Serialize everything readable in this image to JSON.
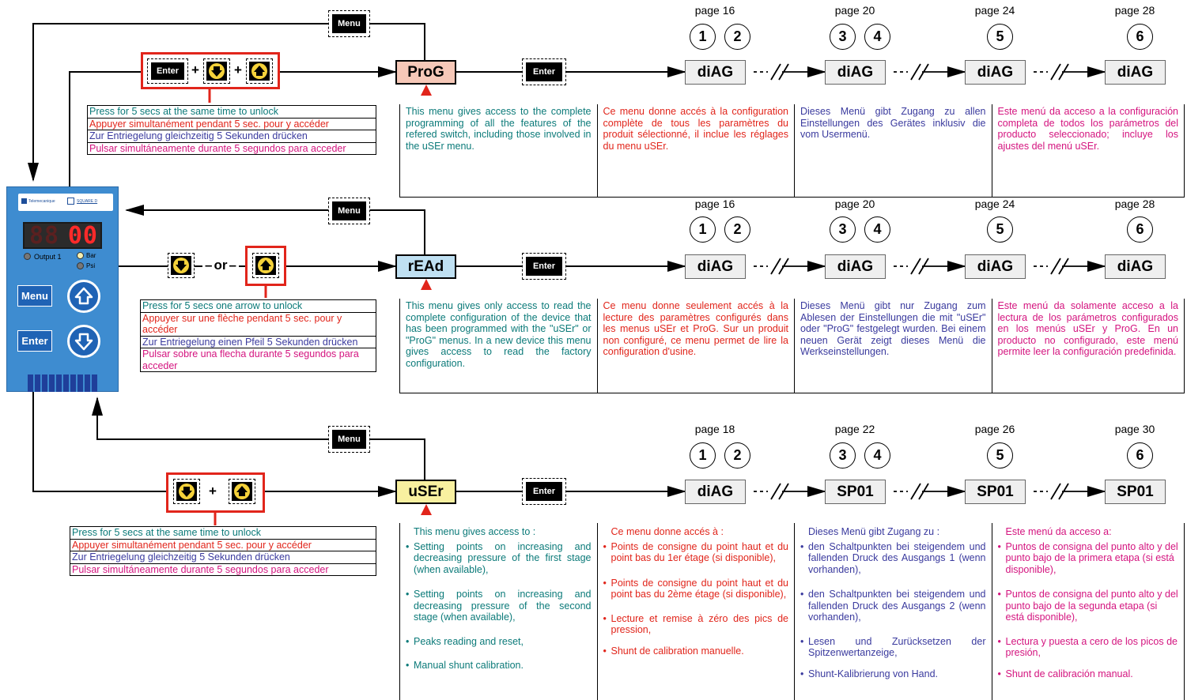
{
  "device": {
    "brand1": "Telemecanique",
    "brand2": "SQUARE D",
    "display": "00",
    "output_label": "Output 1",
    "bar_label": "Bar",
    "psi_label": "Psi",
    "menu_label": "Menu",
    "enter_label": "Enter"
  },
  "keys": {
    "menu": "Menu",
    "enter": "Enter",
    "plus": "+",
    "or": "or"
  },
  "prog": {
    "mode": "ProG",
    "unlock": [
      "Press for 5 secs at the same time to unlock",
      "Appuyer simultanément pendant 5 sec. pour y accéder",
      "Zur Entriegelung gleichzeitig 5 Sekunden drücken",
      "Pulsar simultáneamente durante 5 segundos para acceder"
    ],
    "desc": [
      "This menu gives access to the complete programming of all the features of the refered switch, including those involved in the uSEr menu.",
      "Ce menu donne accés à la configuration complète de tous les paramètres du produit sélectionné, il inclue les réglages du menu uSEr.",
      "Dieses Menü gibt Zugang zu allen Einstellungen des Gerätes inklusiv die vom Usermenü.",
      "Este menú da acceso a la configuración completa de todos los parámetros del producto seleccionado; incluye los ajustes del menú uSEr."
    ],
    "pages": [
      "page 16",
      "page 20",
      "page 24",
      "page 28"
    ],
    "targets": [
      "diAG",
      "diAG",
      "diAG",
      "diAG"
    ]
  },
  "read": {
    "mode": "rEAd",
    "unlock": [
      "Press for 5 secs one arrow to unlock",
      "Appuyer sur une flèche pendant 5 sec. pour y accéder",
      "Zur Entriegelung einen Pfeil 5 Sekunden drücken",
      "Pulsar sobre una flecha durante 5 segundos para acceder"
    ],
    "desc": [
      "This menu gives only access to read the complete configuration of the device that has been programmed with the \"uSEr\" or \"ProG\" menus. In a new device this menu gives access to read the factory configuration.",
      "Ce menu donne seulement accés à la lecture des paramètres configurés dans les menus uSEr et ProG. Sur un produit non configuré, ce menu permet de lire la configuration d'usine.",
      "Dieses Menü gibt nur Zugang zum Ablesen der Einstellungen die mit \"uSEr\" oder \"ProG\" festgelegt wurden. Bei einem neuen Gerät zeigt dieses Menü die Werkseinstellungen.",
      "Este menú da solamente acceso a la lectura de los parámetros configurados en los menús uSEr y ProG. En un producto no configurado, este menú permite leer la configuración predefinida."
    ],
    "pages": [
      "page 16",
      "page 20",
      "page 24",
      "page 28"
    ],
    "targets": [
      "diAG",
      "diAG",
      "diAG",
      "diAG"
    ]
  },
  "user": {
    "mode": "uSEr",
    "unlock": [
      "Press for 5 secs at the same time to unlock",
      "Appuyer simultanément pendant 5 sec. pour y accéder",
      "Zur Entriegelung gleichzeitig 5 Sekunden drücken",
      "Pulsar simultáneamente durante 5 segundos para acceder"
    ],
    "cols": [
      {
        "intro": "This menu gives access to :",
        "items": [
          "Setting points on increasing and decreasing pressure of the first stage (when available),",
          "Setting points on increasing and decreasing pressure of the second stage (when available),",
          "Peaks reading and reset,",
          "Manual shunt calibration."
        ]
      },
      {
        "intro": "Ce menu donne accés à :",
        "items": [
          "Points de consigne du point haut et du point bas du 1er étage (si disponible),",
          "Points de consigne du point haut et du point bas du 2ème étage (si disponible),",
          "Lecture et remise à zéro des pics de pression,",
          "Shunt de calibration manuelle."
        ]
      },
      {
        "intro": "Dieses Menü gibt Zugang zu :",
        "items": [
          "den Schaltpunkten bei steigendem und fallenden Druck des Ausgangs 1 (wenn vorhanden),",
          "den Schaltpunkten bei steigendem und fallenden Druck des Ausgangs 2 (wenn vorhanden),",
          "Lesen und Zurücksetzen der Spitzenwertanzeige,",
          "Shunt-Kalibrierung von Hand."
        ]
      },
      {
        "intro": "Este menú da acceso a:",
        "items": [
          "Puntos de consigna del punto alto y del punto bajo de la primera etapa (si está disponible),",
          "Puntos de consigna del punto alto y del punto bajo de la segunda etapa (si está disponible),",
          "Lectura y puesta a cero de los picos de presión,",
          "Shunt de calibración manual."
        ]
      }
    ],
    "pages": [
      "page 18",
      "page 22",
      "page 26",
      "page 30"
    ],
    "targets": [
      "diAG",
      "SP01",
      "SP01",
      "SP01"
    ]
  },
  "circles": [
    [
      "1",
      "2"
    ],
    [
      "3",
      "4"
    ],
    [
      "5"
    ],
    [
      "6"
    ]
  ],
  "colors": {
    "english": "#0b7a79",
    "french": "#e1251b",
    "german": "#3a3a9e",
    "spanish": "#d4147f",
    "prog_fill": "#f6c8b8",
    "read_fill": "#bfe0f2",
    "user_fill": "#f8f0a0",
    "device": "#3e8cd0"
  }
}
